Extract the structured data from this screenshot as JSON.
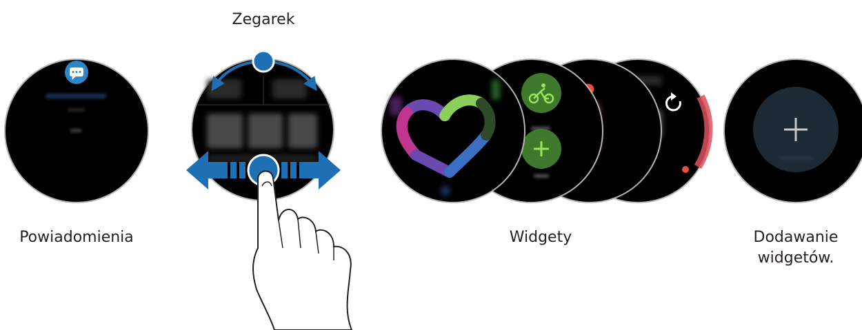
{
  "labels": {
    "top": "Zegarek",
    "notifications": "Powiadomienia",
    "widgets": "Widgety",
    "add_widgets_line1": "Dodawanie",
    "add_widgets_line2": "widgetów."
  },
  "colors": {
    "screen": "#000000",
    "bezel": "#b5b5b5",
    "arrow_blue": "#1f6fb4",
    "notification_bubble": "#2e86c9",
    "heart_green": "#8ccf5a",
    "heart_dark_green": "#2f4a2a",
    "heart_blue": "#3a6fc4",
    "heart_purple": "#6a4ab0",
    "heart_magenta": "#c0358f",
    "activity_green": "#3f7a2c",
    "activity_icon": "#9be35a",
    "heart_rate_red": "#e74c3c",
    "add_circle": "#1e2a33"
  },
  "icons": {
    "notification": "chat-bubble-icon",
    "cycling": "cycling-icon",
    "add_activity": "plus-icon",
    "heart_rate": "heart-icon",
    "refresh": "refresh-icon",
    "add_widget": "plus-icon"
  }
}
